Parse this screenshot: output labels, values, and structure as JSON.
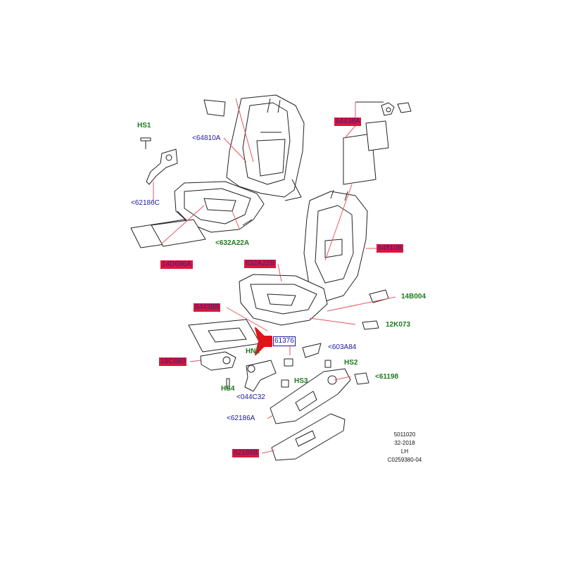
{
  "callouts": {
    "hs1": "HS1",
    "p64810A": "<64810A",
    "p62186C": "<62186C",
    "p632A22A": "<632A22A",
    "p14D696A": "14D696A",
    "p64438A": "64438A",
    "p64810B": "64810B",
    "p632A22B": "632A22B",
    "p14B004": "14B004",
    "p64438B": "64438B",
    "p12K073": "12K073",
    "p61376": "61376",
    "p603A84": "<603A84",
    "hn1": "HN1",
    "p18C680": "18C680",
    "hs2": "HS2",
    "p61198": "<61198",
    "hs3": "HS3",
    "hs4": "HS4",
    "p044C32": "<044C32",
    "p62186A": "<62186A",
    "p62186B": "62186B"
  },
  "metadata": {
    "line1": "5011020",
    "line2": "32-2018",
    "line3": "LH",
    "line4": "C0259380-04"
  },
  "colors": {
    "line": "#222222",
    "leader": "#e8555f",
    "highlight": "#d8163a",
    "label_blue": "#1a1aa0",
    "label_green": "#1c7a1c",
    "arrow": "#e0131a"
  }
}
